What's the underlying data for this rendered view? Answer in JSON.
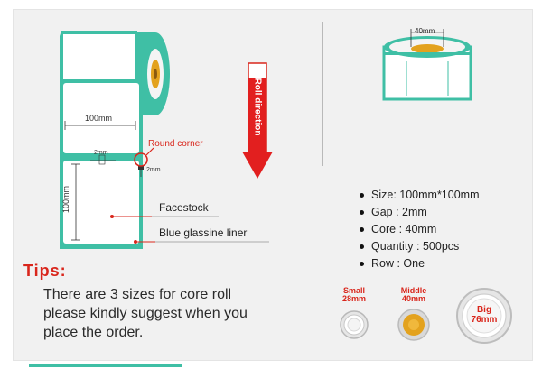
{
  "diagram": {
    "width_label": "100mm",
    "height_label": "100mm",
    "gap_label": "2mm",
    "gap_label_right": "2mm",
    "round_corner_label": "Round corner",
    "facestock_label": "Facestock",
    "liner_label": "Blue glassine liner",
    "roll_direction_label": "Roll direction"
  },
  "roll_image": {
    "core_label": "40mm"
  },
  "specs": [
    {
      "text": "Size: 100mm*100mm"
    },
    {
      "text": "Gap : 2mm"
    },
    {
      "text": "Core : 40mm"
    },
    {
      "text": "Quantity : 500pcs"
    },
    {
      "text": "Row : One"
    }
  ],
  "tips": {
    "title": "Tips:",
    "lines": [
      "There are 3 sizes for core roll",
      "please kindly suggest when you",
      "place the order."
    ]
  },
  "core_sizes": [
    {
      "name": "Small",
      "size": "28mm"
    },
    {
      "name": "Middle",
      "size": "40mm"
    },
    {
      "name": "Big",
      "size": "76mm"
    }
  ],
  "colors": {
    "liner_teal": "#3fbfa5",
    "accent_red": "#d9261c",
    "core_gold": "#e3a21e"
  }
}
